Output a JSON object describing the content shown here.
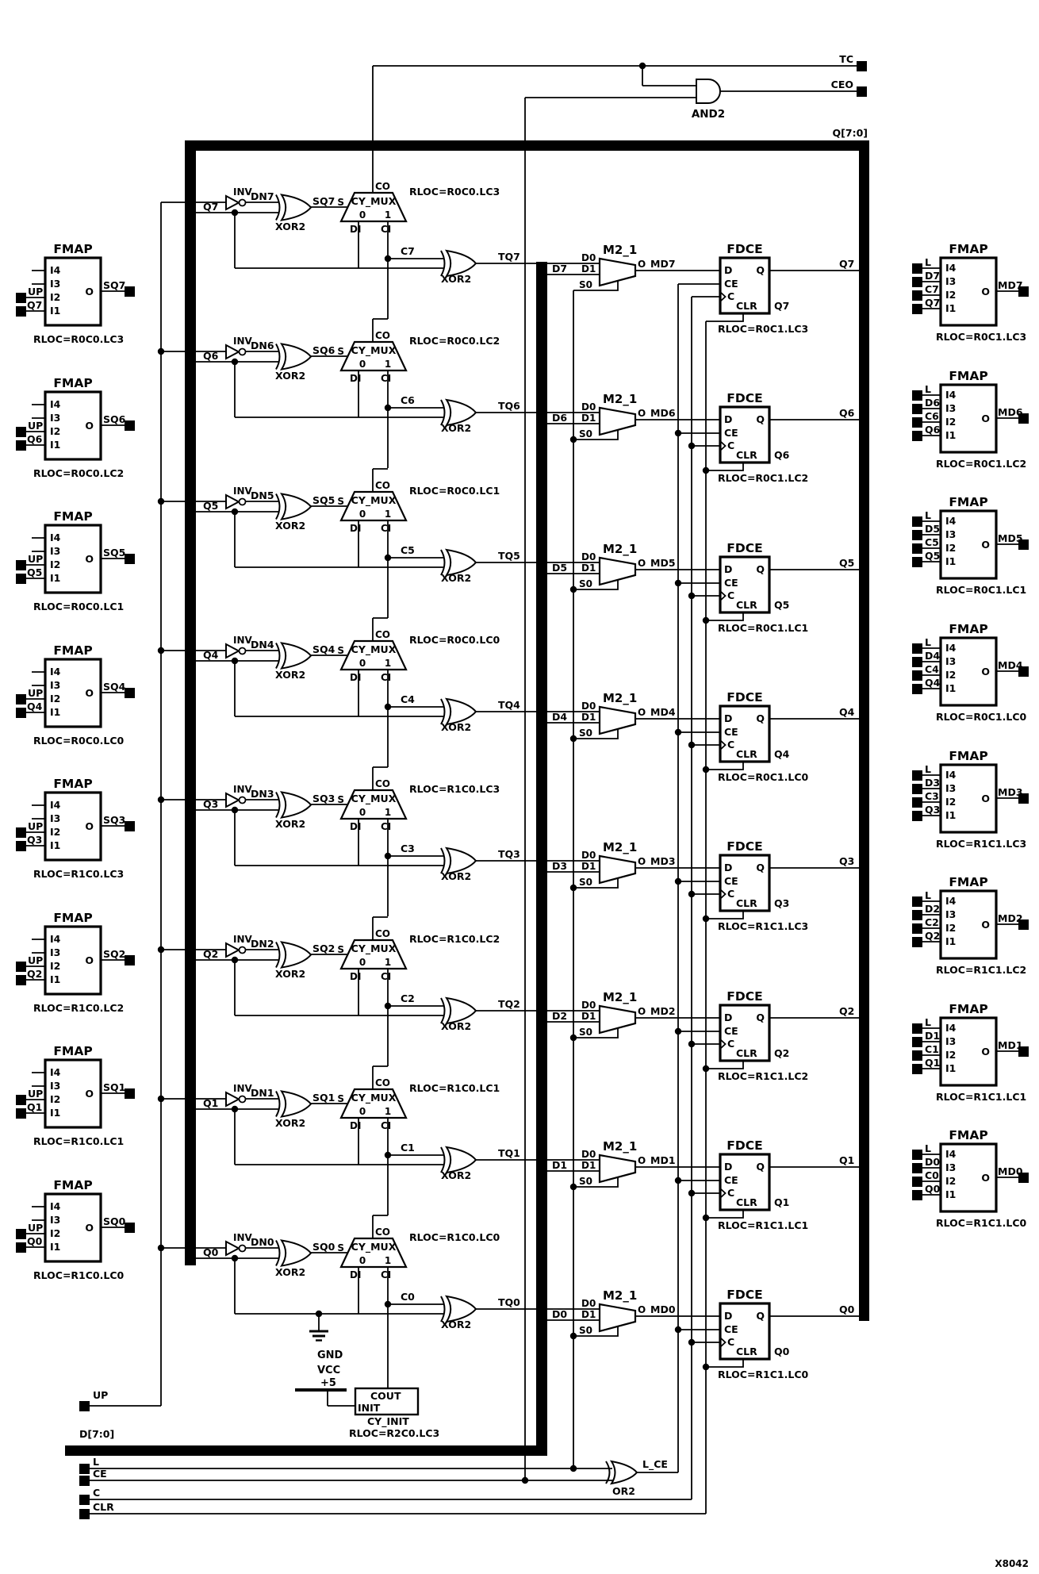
{
  "sheet_id": "X8042",
  "colors": {
    "ink": "#000000",
    "paper": "#ffffff"
  },
  "top": {
    "tc": "TC",
    "ceo": "CEO",
    "and2": "AND2",
    "q_bus": "Q[7:0]"
  },
  "bottom": {
    "up": "UP",
    "d_bus": "D[7:0]",
    "l": "L",
    "ce": "CE",
    "c": "C",
    "clr": "CLR",
    "or2": "OR2",
    "l_ce": "L_CE",
    "gnd": "GND",
    "vcc": "VCC",
    "plus5": "+5",
    "cy_init_title": "CY_INIT",
    "cout": "COUT",
    "init": "INIT",
    "cy_init_rloc": "RLOC=R2C0.LC3"
  },
  "blocks": {
    "fmap": "FMAP",
    "fdce": "FDCE",
    "m2_1": "M2_1",
    "cy_mux": "CY_MUX",
    "inv": "INV",
    "xor2": "XOR2"
  },
  "pins": {
    "co": "CO",
    "s": "S",
    "zero": "0",
    "one": "1",
    "di": "DI",
    "ci": "CI",
    "d0": "D0",
    "d1": "D1",
    "s0": "S0",
    "o": "O",
    "d": "D",
    "ce": "CE",
    "c": "C",
    "clr": "CLR",
    "q": "Q",
    "i4": "I4",
    "i3": "I3",
    "i2": "I2",
    "i1": "I1",
    "l": "L"
  },
  "rows": [
    {
      "bit": 7,
      "q": "Q7",
      "dn": "DN7",
      "sq": "SQ7",
      "c": "C7",
      "tq": "TQ7",
      "d": "D7",
      "md": "MD7",
      "up": "UP",
      "left_rloc": "RLOC=R0C0.LC3",
      "cy_rloc": "RLOC=R0C0.LC3",
      "fdce_rloc": "RLOC=R0C1.LC3",
      "right_rloc": "RLOC=R0C1.LC3"
    },
    {
      "bit": 6,
      "q": "Q6",
      "dn": "DN6",
      "sq": "SQ6",
      "c": "C6",
      "tq": "TQ6",
      "d": "D6",
      "md": "MD6",
      "up": "UP",
      "left_rloc": "RLOC=R0C0.LC2",
      "cy_rloc": "RLOC=R0C0.LC2",
      "fdce_rloc": "RLOC=R0C1.LC2",
      "right_rloc": "RLOC=R0C1.LC2"
    },
    {
      "bit": 5,
      "q": "Q5",
      "dn": "DN5",
      "sq": "SQ5",
      "c": "C5",
      "tq": "TQ5",
      "d": "D5",
      "md": "MD5",
      "up": "UP",
      "left_rloc": "RLOC=R0C0.LC1",
      "cy_rloc": "RLOC=R0C0.LC1",
      "fdce_rloc": "RLOC=R0C1.LC1",
      "right_rloc": "RLOC=R0C1.LC1"
    },
    {
      "bit": 4,
      "q": "Q4",
      "dn": "DN4",
      "sq": "SQ4",
      "c": "C4",
      "tq": "TQ4",
      "d": "D4",
      "md": "MD4",
      "up": "UP",
      "left_rloc": "RLOC=R0C0.LC0",
      "cy_rloc": "RLOC=R0C0.LC0",
      "fdce_rloc": "RLOC=R0C1.LC0",
      "right_rloc": "RLOC=R0C1.LC0"
    },
    {
      "bit": 3,
      "q": "Q3",
      "dn": "DN3",
      "sq": "SQ3",
      "c": "C3",
      "tq": "TQ3",
      "d": "D3",
      "md": "MD3",
      "up": "UP",
      "left_rloc": "RLOC=R1C0.LC3",
      "cy_rloc": "RLOC=R1C0.LC3",
      "fdce_rloc": "RLOC=R1C1.LC3",
      "right_rloc": "RLOC=R1C1.LC3"
    },
    {
      "bit": 2,
      "q": "Q2",
      "dn": "DN2",
      "sq": "SQ2",
      "c": "C2",
      "tq": "TQ2",
      "d": "D2",
      "md": "MD2",
      "up": "UP",
      "left_rloc": "RLOC=R1C0.LC2",
      "cy_rloc": "RLOC=R1C0.LC2",
      "fdce_rloc": "RLOC=R1C1.LC2",
      "right_rloc": "RLOC=R1C1.LC2"
    },
    {
      "bit": 1,
      "q": "Q1",
      "dn": "DN1",
      "sq": "SQ1",
      "c": "C1",
      "tq": "TQ1",
      "d": "D1",
      "md": "MD1",
      "up": "UP",
      "left_rloc": "RLOC=R1C0.LC1",
      "cy_rloc": "RLOC=R1C0.LC1",
      "fdce_rloc": "RLOC=R1C1.LC1",
      "right_rloc": "RLOC=R1C1.LC1"
    },
    {
      "bit": 0,
      "q": "Q0",
      "dn": "DN0",
      "sq": "SQ0",
      "c": "C0",
      "tq": "TQ0",
      "d": "D0",
      "md": "MD0",
      "up": "UP",
      "left_rloc": "RLOC=R1C0.LC0",
      "cy_rloc": "RLOC=R1C0.LC0",
      "fdce_rloc": "RLOC=R1C1.LC0",
      "right_rloc": "RLOC=R1C1.LC0"
    }
  ]
}
